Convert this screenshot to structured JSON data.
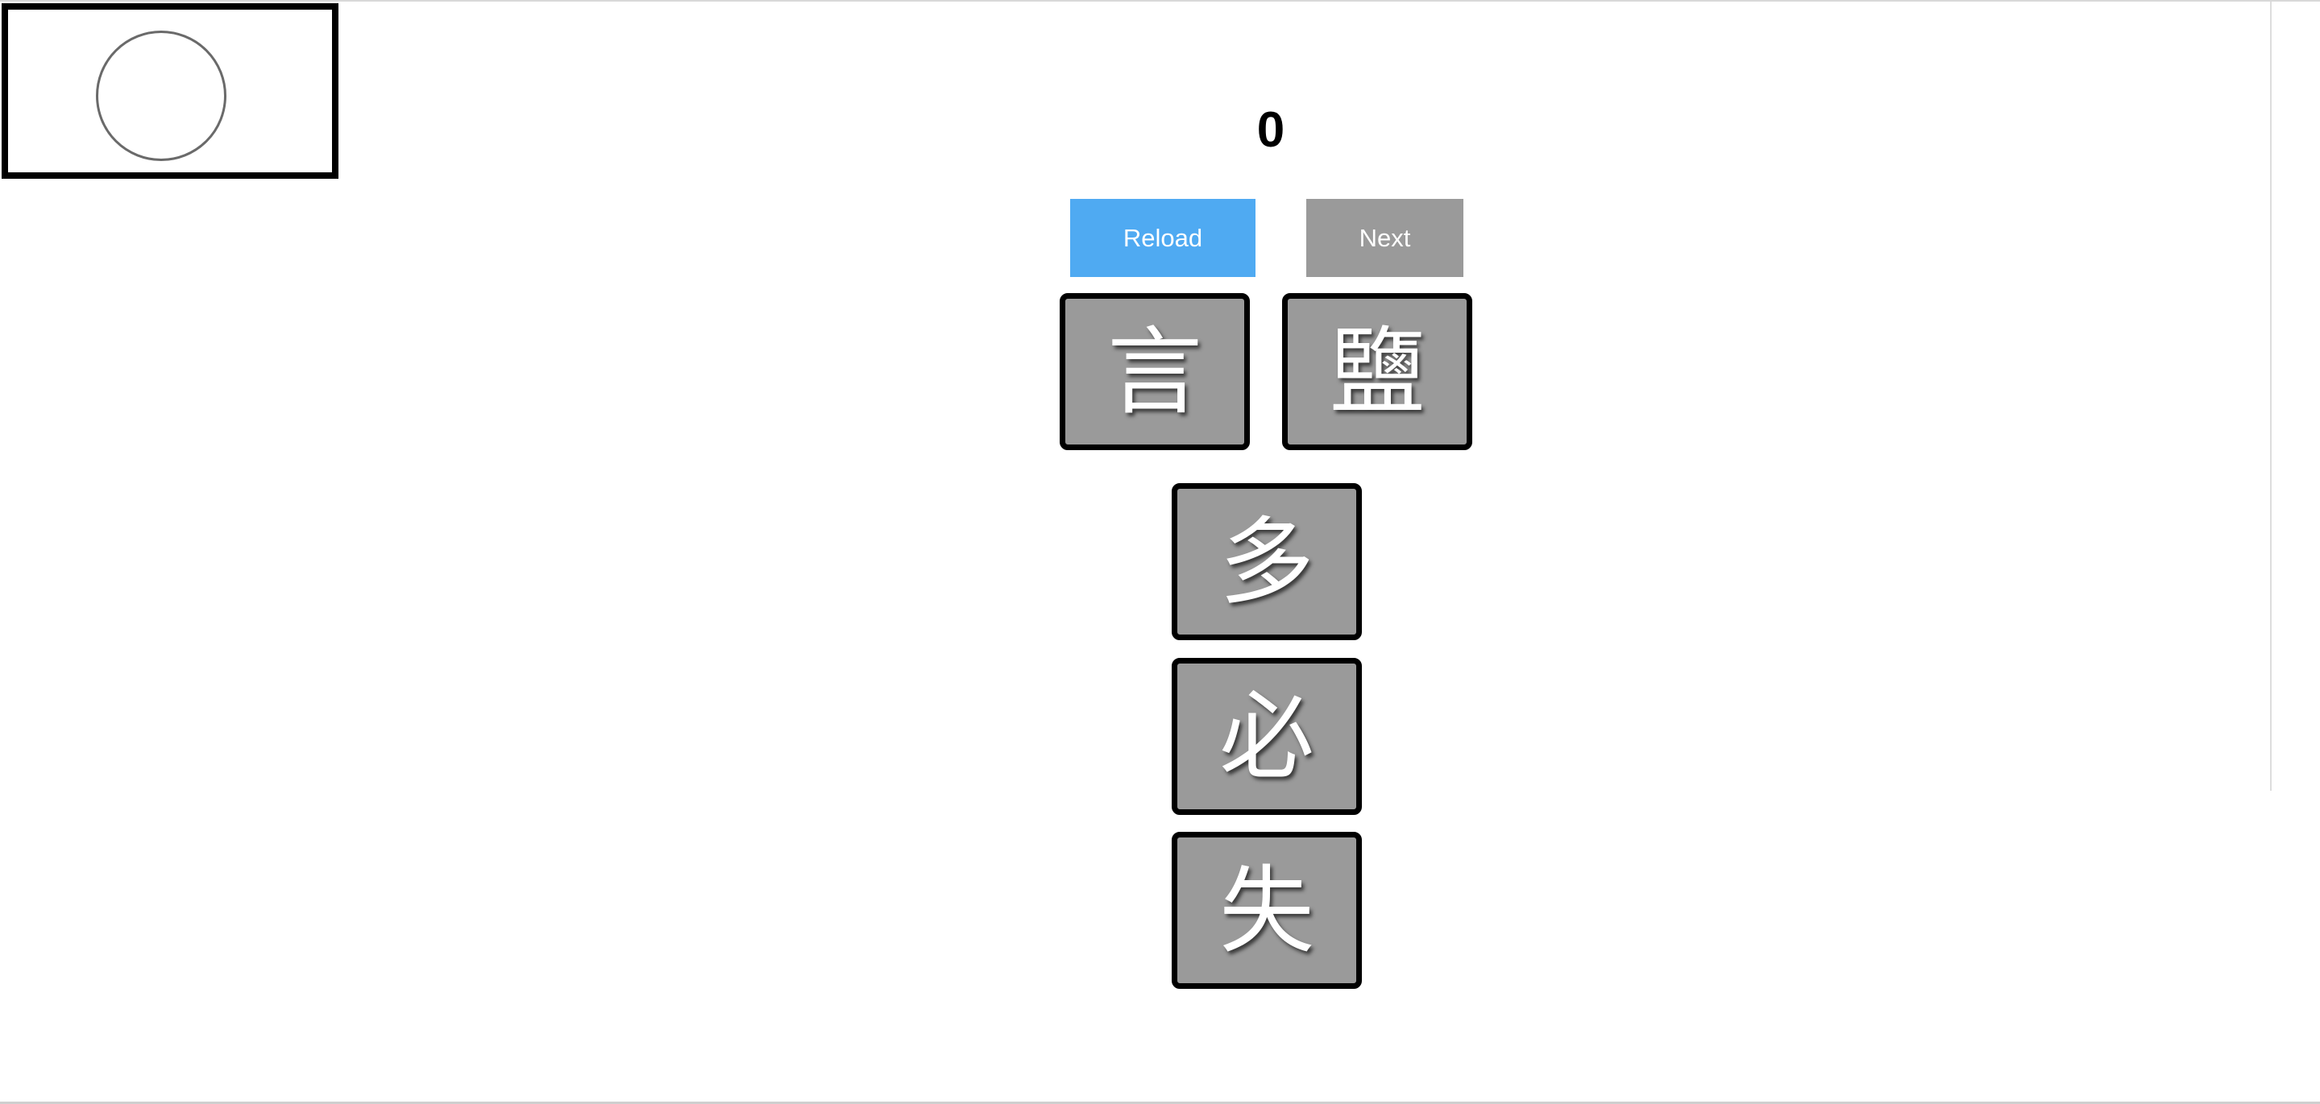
{
  "score": "0",
  "buttons": {
    "reload_label": "Reload",
    "next_label": "Next",
    "reload_color": "#4faaf2",
    "next_color": "#9a9a9a"
  },
  "tiles": [
    {
      "char": "言"
    },
    {
      "char": "鹽"
    },
    {
      "char": "多"
    },
    {
      "char": "必"
    },
    {
      "char": "失"
    }
  ],
  "preview": {
    "icon": "circle-icon"
  },
  "colors": {
    "tile_background": "#9a9a9a",
    "tile_border": "#000000",
    "tile_text": "#ffffff",
    "background": "#ffffff"
  }
}
